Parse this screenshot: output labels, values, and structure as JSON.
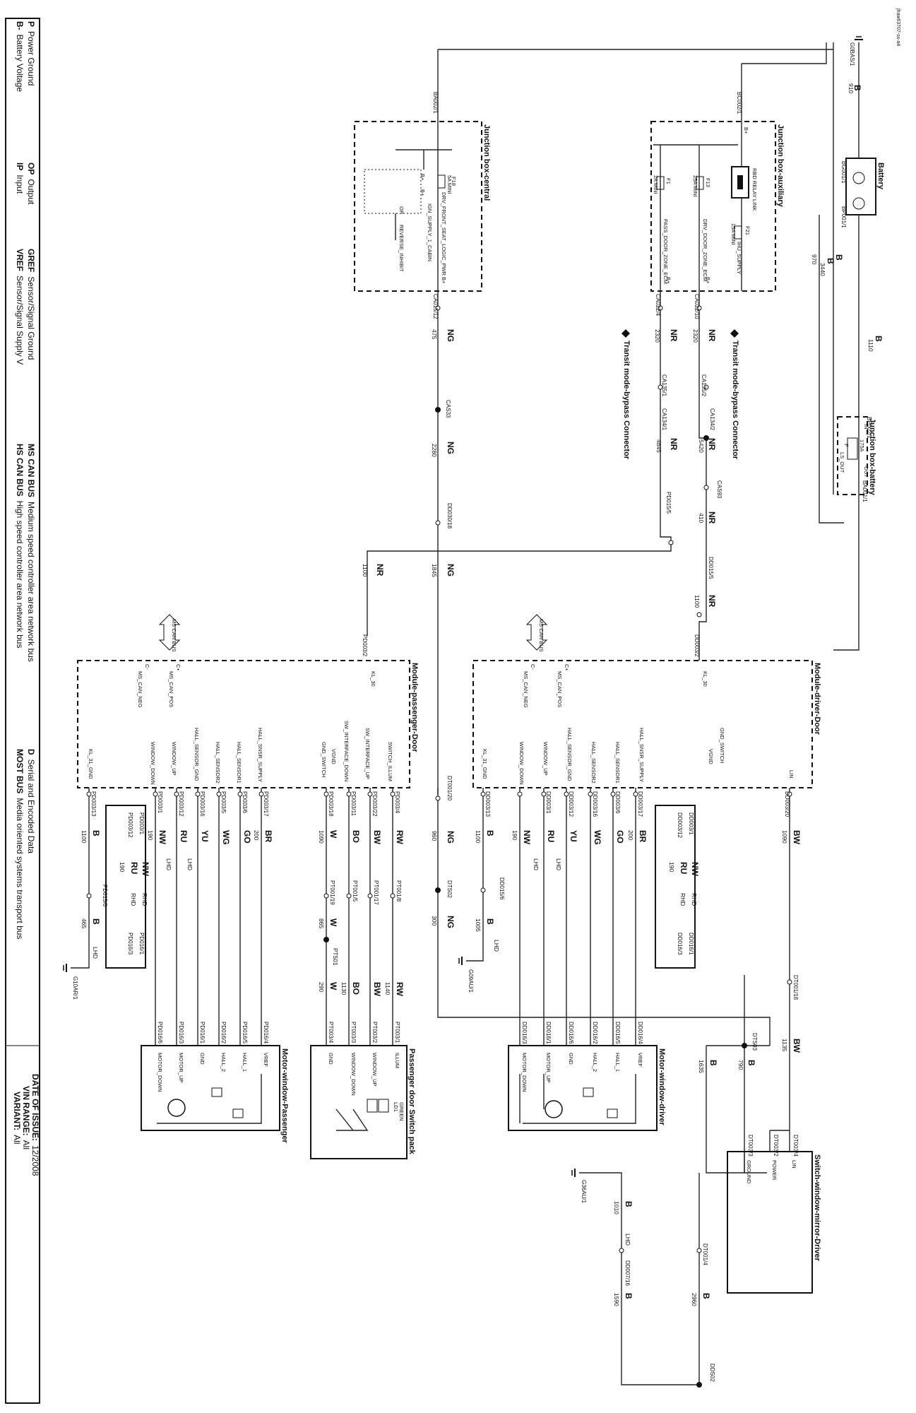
{
  "doc_id": "jhaw63707-ss-a4",
  "legend": {
    "col1": [
      {
        "abbr": "B-",
        "text": "Battery Voltage"
      },
      {
        "abbr": "P",
        "text": "Power Ground"
      }
    ],
    "col2": [
      {
        "abbr": "IP",
        "text": "Input"
      },
      {
        "abbr": "OP",
        "text": "Output"
      }
    ],
    "col3": [
      {
        "abbr": "VREF",
        "text": "Sensor/Signal Supply V"
      },
      {
        "abbr": "GREF",
        "text": "Sensor/Signal Ground"
      }
    ],
    "col4": [
      {
        "abbr": "HS CAN BUS",
        "text": "High speed controller area network bus"
      },
      {
        "abbr": "MS CAN BUS",
        "text": "Medium speed controller area network bus"
      }
    ],
    "col5": [
      {
        "abbr": "MOST BUS",
        "text": "Media oriented systems transport bus"
      },
      {
        "abbr": "D",
        "text": "Serial and Encoded Data"
      }
    ],
    "variant_label": "VARIANT:",
    "variant": "All",
    "vin_label": "VIN RANGE:",
    "vin": "All",
    "date_label": "DATE OF ISSUE:",
    "date": "12/2008"
  },
  "components": {
    "battery": "Battery",
    "jb_battery": "Junction box-battery",
    "jb_aux": "Junction box-auxiliary",
    "jb_central": "Junction box-central",
    "transit1": "Transit mode-bypass Connector",
    "transit2": "Transit mode-bypass Connector",
    "mod_driver": "Module-driver-Door",
    "mod_pass": "Module-passenger-Door",
    "motor_driver": "Motor-window-driver",
    "motor_pass": "Motor-window-Passenger",
    "switch_pack": "Passenger door Switch pack",
    "switch_mirror": "Switch-window-mirror-Driver"
  },
  "aux_box": {
    "fuses": [
      "F13",
      "F21",
      "F1"
    ],
    "fuse_ratings": [
      "25A MINI",
      "15A MINI",
      "2A MINI"
    ],
    "relay": "RBD RELAY LINK",
    "outputs": [
      "DRV_DOOR_ZONE_ECM",
      "IHU_SUPPLY",
      "PASS_DOOR_ZONE_ECM"
    ],
    "pins": [
      "B+",
      "B+",
      "B+"
    ]
  },
  "central_box": {
    "fuse": "F18",
    "fuse_rating": "5A MINI",
    "outputs": [
      "DRV_FRONT_SEAT_LOGIC_PWR",
      "IGN_SUPPLY_1_CABIN",
      "REVERSE_INHIBIT"
    ],
    "pins": [
      "B+",
      "B+",
      "B+",
      "OP"
    ]
  },
  "battery_box": {
    "fuse": "175A",
    "fuse_type": "F",
    "pins": [
      "IN",
      "OUT",
      "LS_OUT"
    ]
  },
  "connectors": {
    "bg001": "BG001/1",
    "bp001": "BP001/1",
    "g0bas": "G0BAS/1",
    "bp002": "BP002/1",
    "ba001": "BA001/1",
    "bc002": "BC002/1",
    "ba002": "BA002/1",
    "ca022": "CA022/10",
    "ca022b": "CA022/4",
    "ca015": "CA015/12",
    "ca134a": "CA134/2",
    "ca134b": "CA134/1",
    "ca135a": "CA135/2",
    "ca135b": "CA135/1",
    "cas93": "CAS93",
    "cas33": "CAS33",
    "pd015": "PD015/5",
    "dd015": "DD015/5",
    "dd030": "DD030/18",
    "dd003": "DD003/2",
    "pd003": "PD003/2",
    "dt001": "DT001/20",
    "dts02": "DTS02",
    "dt001b": "DT001/18",
    "dts03": "DTS03",
    "dt003a": "DT003/4",
    "dt003b": "DT003/2",
    "dt003c": "DT003/3",
    "g36au": "G36AU/1",
    "dt001c": "DT001/4",
    "dd007": "DD007/16",
    "dds02": "DDS02",
    "g09au": "G09AU/1",
    "g10ar": "G10AR/1",
    "dd015b": "DD015/6",
    "pd015b": "PD015/6"
  },
  "wire_colors": {
    "B": "B",
    "NR": "NR",
    "NG": "NG",
    "BW": "BW",
    "NW": "NW",
    "RU": "RU",
    "YU": "YU",
    "WG": "WG",
    "GO": "GO",
    "BR": "BR",
    "RW": "RW",
    "BO": "BO",
    "W": "W",
    "LHD": "LHD",
    "RHD": "RHD"
  },
  "wire_sizes": {
    "s910": "910",
    "s970": "970",
    "s3440": "3440",
    "s1110": "1110",
    "s2320": "2320",
    "s2320b": "2320",
    "s475": "475",
    "s5420": "5420",
    "s4845": "4845",
    "s2280": "2280",
    "s410": "410",
    "s1100": "1100",
    "s1845": "1845",
    "s1100b": "1100",
    "s1090": "1090",
    "s960": "960",
    "s300": "300",
    "s1135": "1135",
    "s790": "790",
    "s1635": "1635",
    "s2960": "2960",
    "s1010": "1010",
    "s1590": "1590",
    "s190": "190",
    "s200": "200",
    "s1005": "1005",
    "s465": "465",
    "s865": "865",
    "s290": "290",
    "s1130": "1130",
    "s1140": "1140"
  },
  "driver_module_pins": [
    "KL_30",
    "MS_CAN_POS",
    "MS_CAN_NEG",
    "C+",
    "C-",
    "HALL_SNSR_SUPPLY",
    "HALL_SENSOR1",
    "HALL_SENSOR2",
    "HALL_SENSOR_GND",
    "WINDOW_UP",
    "WINDOW_DOWN",
    "KL_31_GND",
    "VGND",
    "GND_SWITCH",
    "LIN"
  ],
  "pass_module_pins": [
    "KL_30",
    "MS_CAN_POS",
    "MS_CAN_NEG",
    "C+",
    "C-",
    "HALL_SNSR_SUPPLY",
    "HALL_SENSOR1",
    "HALL_SENSOR2",
    "HALL_SENSOR_GND",
    "WINDOW_UP",
    "WINDOW_DOWN",
    "KL_31_GND",
    "SWITCH_ILLUM",
    "SW_INTERFACE_UP",
    "SW_INTERFACE_DOWN",
    "VGND",
    "GND_SWITCH"
  ],
  "can_label": "MS CAN BUS",
  "motor_pins": [
    "VREF",
    "HALL_1",
    "HALL_2",
    "GND",
    "MOTOR_UP",
    "MOTOR_DOWN"
  ],
  "switch_pins": [
    "ILLUM",
    "WINDOW_UP",
    "WINDOW_DOWN",
    "GND"
  ],
  "switch_extra": [
    "GREEN",
    "LD1"
  ],
  "mirror_pins": [
    "LIN",
    "POWER",
    "GROUND"
  ],
  "driver_module_conn": [
    "DD003/20",
    "DD003/17",
    "DD003/6",
    "DD003/16",
    "DD003/12",
    "DD003/1",
    "DD003/13"
  ],
  "pass_module_conn": [
    "PD003/4",
    "PD003/22",
    "PD003/11",
    "PD003/18",
    "PD003/17",
    "PD003/6",
    "PD003/5",
    "PD003/16",
    "PD003/12",
    "PD003/1",
    "PD003/13"
  ],
  "motor_driver_conn": [
    "DD016/4",
    "DD016/5",
    "DD016/2",
    "DD016/6",
    "DD016/1",
    "DD016/3"
  ],
  "motor_pass_conn": [
    "PD016/4",
    "PD016/5",
    "PD016/2",
    "PD016/1",
    "PD016/3",
    "PD016/6"
  ],
  "switch_conn": [
    "PT003/1",
    "PT003/2",
    "PT003/3",
    "PT003/4",
    "PT001/8",
    "PT001/17",
    "PT001/5",
    "PT001/19",
    "PTS01"
  ],
  "variant_box_driver": [
    "DD003/1",
    "DD003/12",
    "DD016/1",
    "DD016/3"
  ],
  "variant_box_pass": [
    "PD003/1",
    "PD003/12",
    "PD016/1",
    "PD016/3"
  ]
}
